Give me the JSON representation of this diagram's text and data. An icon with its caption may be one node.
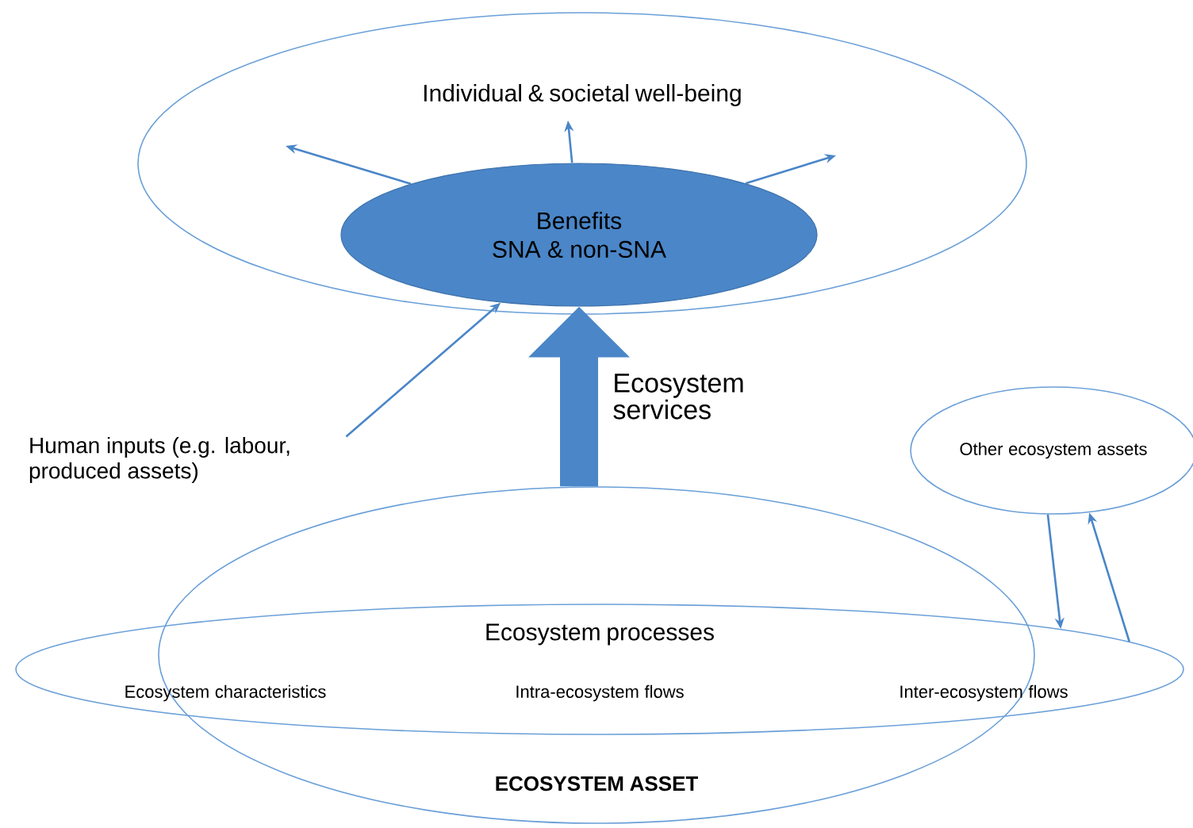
{
  "diagram": {
    "nodes": [
      {
        "text": [
          "Individual & societal well-being"
        ]
      },
      {
        "text": [
          "Benefits",
          "SNA & non-SNA"
        ],
        "in": 0
      },
      {
        "text": [
          "Human inputs (e.g. labour, produced assets)"
        ]
      },
      {
        "text": [
          "ECOSYSTEM ASSET"
        ]
      },
      {
        "text": [
          "Ecosystem processes",
          "Ecosystem characteristics",
          "Intra-ecosystem flows",
          "Inter-ecosystem flows"
        ]
      },
      {
        "text": [
          "Other ecosystem assets"
        ]
      }
    ],
    "edges": [
      {
        "from": 1,
        "to": null,
        "arrow": "to"
      },
      {
        "from": 1,
        "to": null,
        "arrow": "to"
      },
      {
        "from": 1,
        "to": null,
        "arrow": "to"
      },
      {
        "from": 2,
        "to": 1,
        "arrow": "to"
      },
      {
        "from": 3,
        "to": 1,
        "arrow": "to",
        "label": "Ecosystem services",
        "style": "thick"
      },
      {
        "from": 5,
        "to": 4,
        "arrow": "to"
      },
      {
        "from": 4,
        "to": 5,
        "arrow": "to"
      }
    ]
  }
}
